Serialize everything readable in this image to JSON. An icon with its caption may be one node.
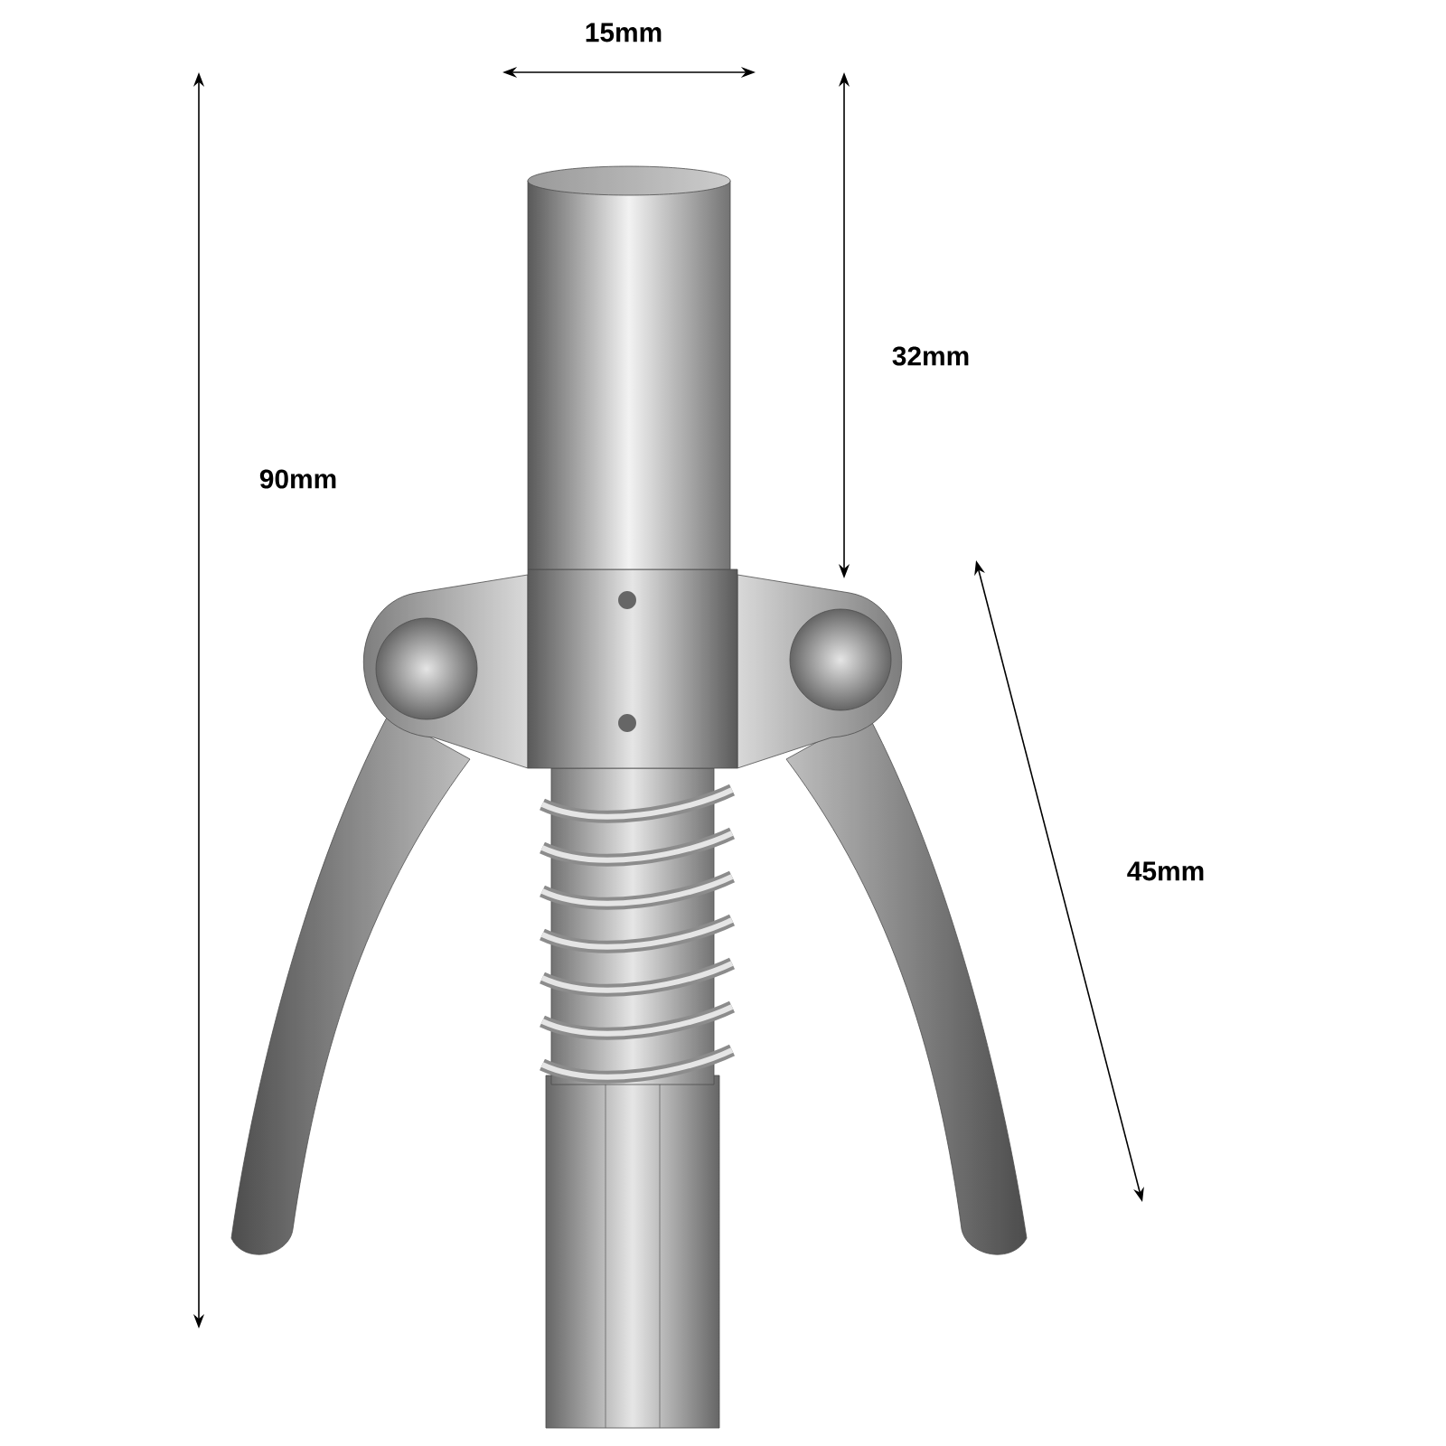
{
  "diagram": {
    "labels": [
      "15mm",
      "32mm",
      "90mm",
      "45mm"
    ]
  }
}
